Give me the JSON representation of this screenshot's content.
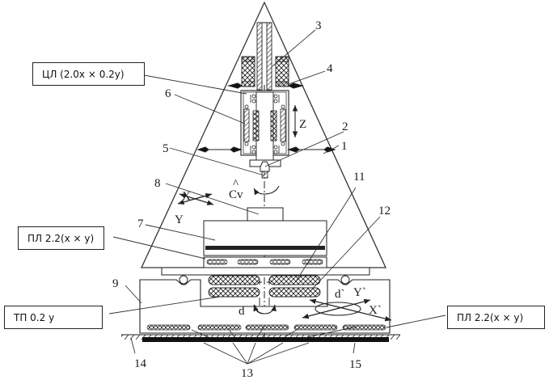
{
  "diagram": {
    "title": "Technical schematic: triangular frame with spindle, coils and base platform",
    "callouts": {
      "cl": "ЦЛ (2.0x × 0.2y)",
      "pl_left": "ПЛ 2.2(x × y)",
      "tp": "ТП 0.2 у",
      "pl_right": "ПЛ 2.2(x × y)"
    },
    "part_numbers": {
      "n1": "1",
      "n2": "2",
      "n3": "3",
      "n4": "4",
      "n5": "5",
      "n6": "6",
      "n7": "7",
      "n8": "8",
      "n9": "9",
      "n11": "11",
      "n12": "12",
      "n13": "13",
      "n14": "14",
      "n15": "15"
    },
    "axis_labels": {
      "z": "Z",
      "cv": "Cv",
      "cv_hat": "^",
      "x": "X",
      "y": "Y",
      "d": "d",
      "d_prime": "d`",
      "y_prime": "Y`",
      "x_prime": "X`"
    }
  }
}
